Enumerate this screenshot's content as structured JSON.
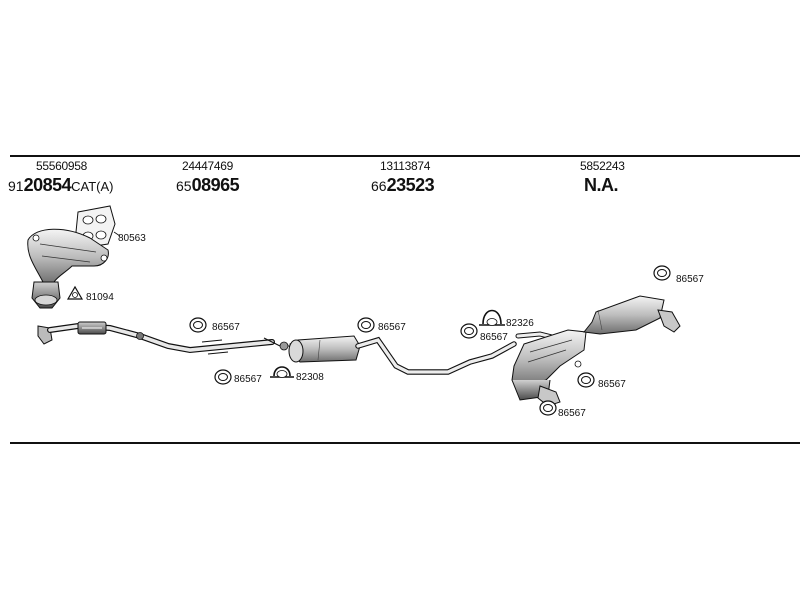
{
  "sections": [
    {
      "oe_number": "55560958",
      "part_prefix": "91",
      "part_main": "20854",
      "part_suffix": "CAT(A)"
    },
    {
      "oe_number": "24447469",
      "part_prefix": "65",
      "part_main": "08965",
      "part_suffix": ""
    },
    {
      "oe_number": "13113874",
      "part_prefix": "66",
      "part_main": "23523",
      "part_suffix": ""
    },
    {
      "oe_number": "5852243",
      "part_prefix": "",
      "part_main": "N.A.",
      "part_suffix": ""
    }
  ],
  "callouts": {
    "gasket_manifold": "80563",
    "gasket_cat": "81094",
    "hanger_front_pipe": "86567",
    "hanger_front_pipe_lower": "86567",
    "clamp_front": "82308",
    "hanger_middle": "86567",
    "clamp_rear": "82326",
    "hanger_rear_left": "86567",
    "hanger_rear_top": "86567",
    "hanger_rear_right": "86567",
    "hanger_rear_bottom": "86567"
  }
}
